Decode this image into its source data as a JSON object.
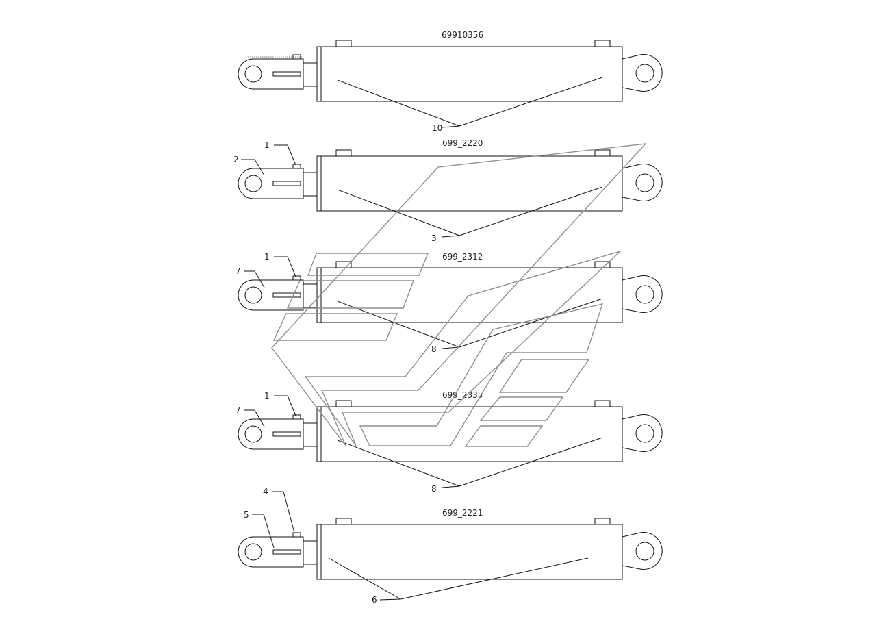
{
  "cylinders": [
    {
      "part_number": "69910356",
      "callouts": [
        {
          "label": "10",
          "side": "bottom"
        }
      ]
    },
    {
      "part_number": "699_2220",
      "callouts": [
        {
          "label": "1",
          "side": "clevis-top"
        },
        {
          "label": "2",
          "side": "clevis-body"
        },
        {
          "label": "3",
          "side": "bottom"
        }
      ]
    },
    {
      "part_number": "699_2312",
      "callouts": [
        {
          "label": "1",
          "side": "clevis-top"
        },
        {
          "label": "7",
          "side": "clevis-body"
        },
        {
          "label": "8",
          "side": "bottom"
        }
      ]
    },
    {
      "part_number": "699_2335",
      "callouts": [
        {
          "label": "1",
          "side": "clevis-top"
        },
        {
          "label": "7",
          "side": "clevis-body"
        },
        {
          "label": "8",
          "side": "bottom"
        }
      ]
    },
    {
      "part_number": "699_2221",
      "callouts": [
        {
          "label": "4",
          "side": "clevis-top"
        },
        {
          "label": "5",
          "side": "clevis-body"
        },
        {
          "label": "6",
          "side": "bottom"
        }
      ]
    }
  ],
  "colors": {
    "line": "#111111",
    "watermark": "#8f8f8f",
    "background": "#ffffff"
  }
}
